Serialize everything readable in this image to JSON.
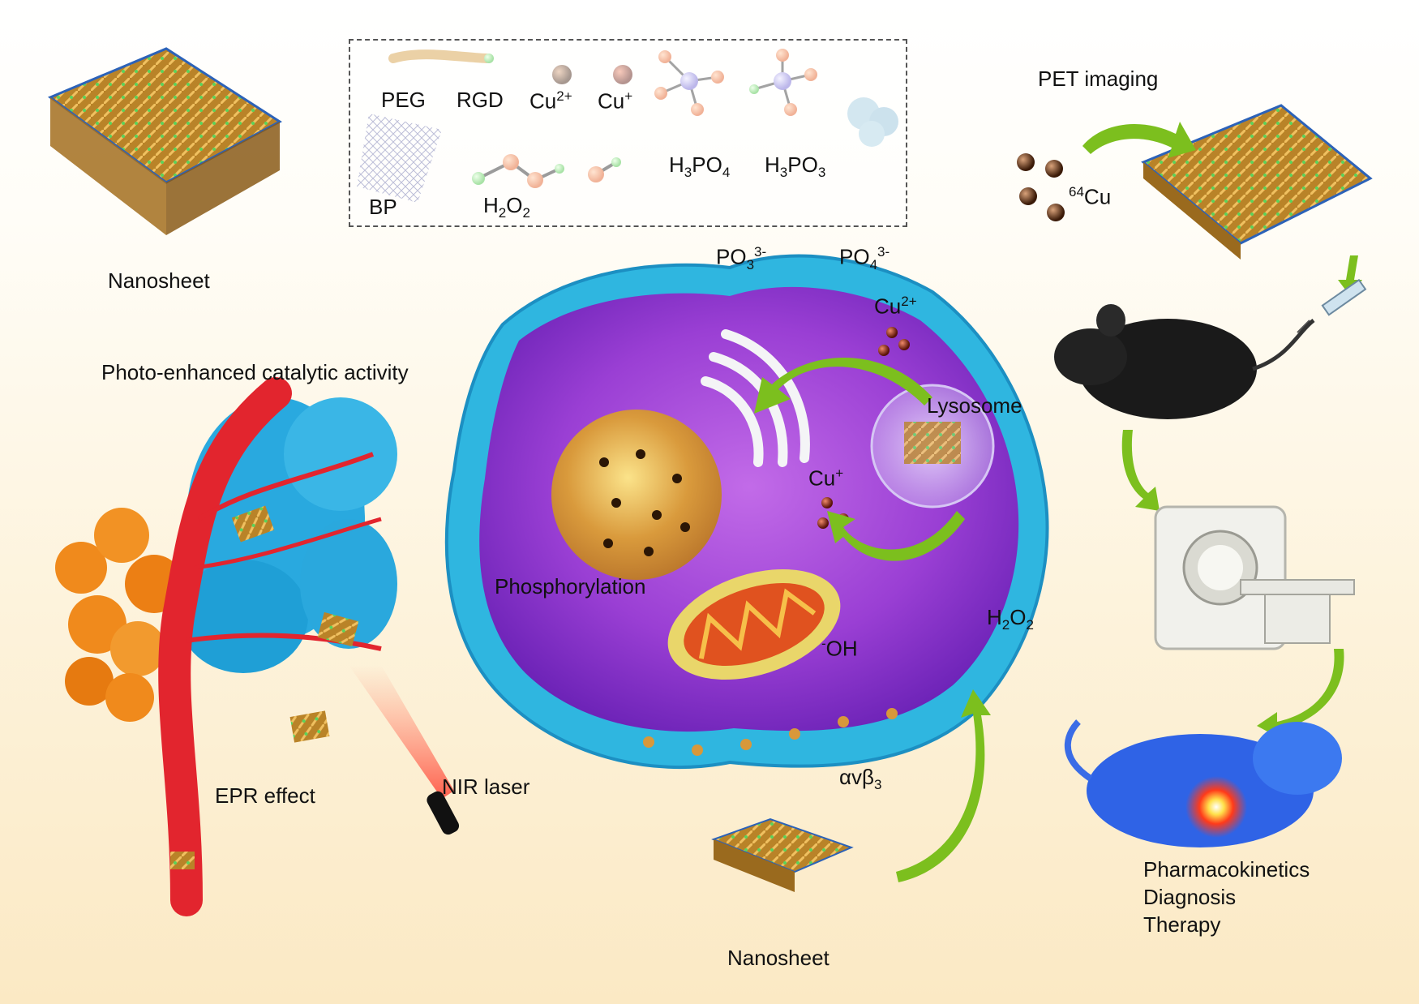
{
  "labels": {
    "nanosheet_top": "Nanosheet",
    "nanosheet_bottom": "Nanosheet",
    "photo_enhanced": "Photo-enhanced catalytic activity",
    "epr_effect": "EPR effect",
    "nir_laser": "NIR laser",
    "pet_imaging": "PET imaging",
    "cu64": {
      "mass": "64",
      "symbol": "Cu"
    },
    "lysosome": "Lysosome",
    "phosphorylation": "Phosphorylation",
    "integrin": {
      "main": "αvβ",
      "sub": "3"
    },
    "po3": {
      "base": "PO",
      "sub": "3",
      "sup": "3-"
    },
    "po4": {
      "base": "PO",
      "sub": "4",
      "sup": "3-"
    },
    "cu2_cell": {
      "base": "Cu",
      "sup": "2+"
    },
    "cu1_cell": {
      "base": "Cu",
      "sup": "+"
    },
    "h2o2_cell": {
      "a": "H",
      "s1": "2",
      "b": "O",
      "s2": "2"
    },
    "oh": {
      "sup": "-",
      "base": "OH"
    }
  },
  "legend": {
    "peg": "PEG",
    "rgd": "RGD",
    "cu2": {
      "base": "Cu",
      "sup": "2+"
    },
    "cu1": {
      "base": "Cu",
      "sup": "+"
    },
    "h3po4": {
      "a": "H",
      "s1": "3",
      "b": "PO",
      "s2": "4"
    },
    "h3po3": {
      "a": "H",
      "s1": "3",
      "b": "PO",
      "s2": "3"
    },
    "bp": "BP",
    "h2o2": {
      "a": "H",
      "s1": "2",
      "b": "O",
      "s2": "2"
    }
  },
  "outcomes": [
    "Pharmacokinetics",
    "Diagnosis",
    "Therapy"
  ],
  "colors": {
    "cell_membrane": "#2fb6e0",
    "cytoplasm": "#9b3fd6",
    "arrow_green": "#7cbf1e",
    "vessel_red": "#e2252e",
    "tumor_blue": "#29a9df",
    "tumor_orange": "#f08a1c",
    "nanosheet_gold": "#c8902a"
  }
}
